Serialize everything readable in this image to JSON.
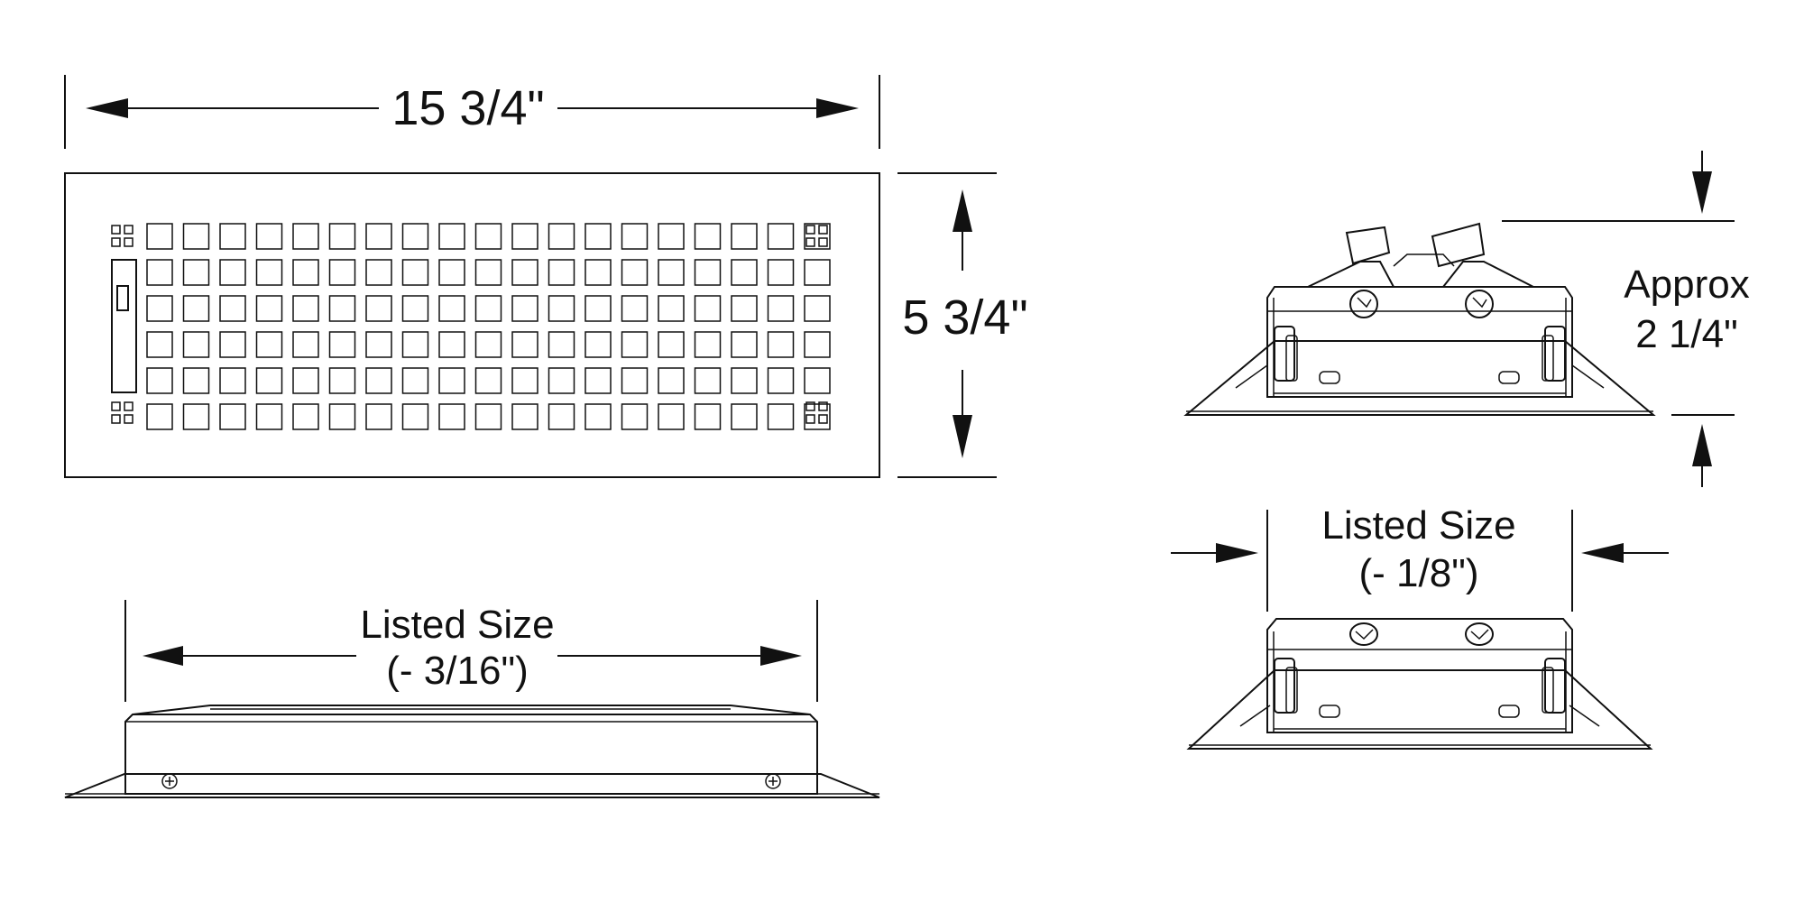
{
  "colors": {
    "line": "#111111",
    "background": "#ffffff"
  },
  "dimensions": {
    "width_label": "15 3/4\"",
    "height_label": "5 3/4\"",
    "depth_label_line1": "Approx",
    "depth_label_line2": "2 1/4\"",
    "listed_size_side_line1": "Listed Size",
    "listed_size_side_line2": "(- 1/8\")",
    "listed_size_front_line1": "Listed Size",
    "listed_size_front_line2": "(- 3/16\")"
  },
  "grille": {
    "rows": 6,
    "cols": 19
  }
}
